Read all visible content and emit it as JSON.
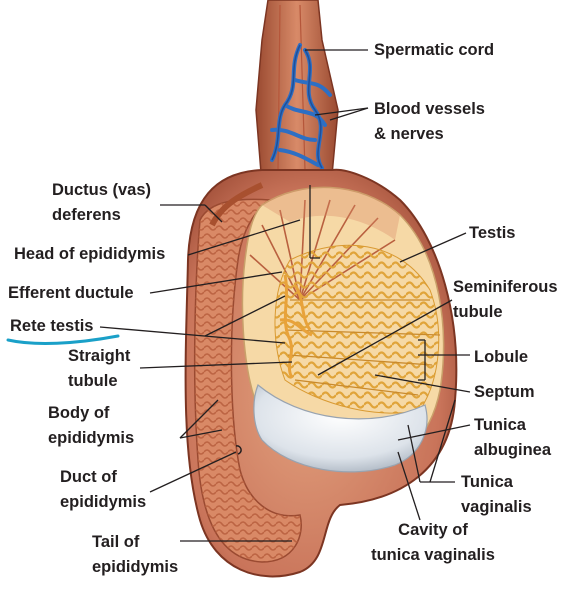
{
  "labels": {
    "spermatic_cord": "Spermatic cord",
    "blood_vessels_1": "Blood vessels",
    "blood_vessels_2": "& nerves",
    "ductus_1": "Ductus (vas)",
    "ductus_2": "deferens",
    "head_epididymis": "Head of epididymis",
    "efferent_ductule": "Efferent ductule",
    "rete_testis": "Rete testis",
    "straight_1": "Straight",
    "straight_2": "tubule",
    "body_1": "Body of",
    "body_2": "epididymis",
    "duct_1": "Duct of",
    "duct_2": "epididymis",
    "tail_1": "Tail of",
    "tail_2": "epididymis",
    "testis": "Testis",
    "seminiferous_1": "Seminiferous",
    "seminiferous_2": "tubule",
    "lobule": "Lobule",
    "septum": "Septum",
    "albuginea_1": "Tunica",
    "albuginea_2": "albuginea",
    "vaginalis_1": "Tunica",
    "vaginalis_2": "vaginalis",
    "cavity_1": "Cavity of",
    "cavity_2": "tunica vaginalis"
  },
  "colors": {
    "outer_sac": "#c9745a",
    "sac_dark": "#8f3f2a",
    "epididymis": "#d98966",
    "testis_fill": "#f6d9a6",
    "tubule": "#e8b347",
    "vein": "#2d6fc4",
    "albuginea": "#dfe5ec",
    "annotation": "#1aa0c8",
    "leader": "#231f20"
  }
}
